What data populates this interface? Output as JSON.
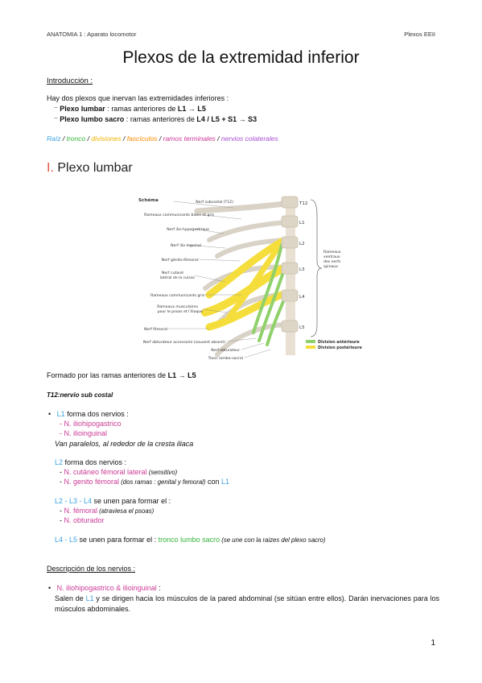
{
  "header": {
    "left": "ANATOMIA 1 : Aparato locomotor",
    "right": "Plexos EEII"
  },
  "title": "Plexos de la extremidad inferior",
  "intro": {
    "heading": "Introducción :",
    "lead": "Hay dos plexos que inervan las extremidades inferiores :",
    "items": [
      {
        "bullet": "⁻",
        "label": "Plexo lumbar",
        "text": " : ramas anteriores de ",
        "bold": "L1 → L5"
      },
      {
        "bullet": "⁻",
        "label": "Plexo lumbo sacro",
        "text": " : ramas anteriores de ",
        "bold": "L4 / L5 + S1 → S3"
      }
    ]
  },
  "legend": {
    "raiz": "Raíz",
    "tronco": "tronco",
    "divisiones": "divisiones",
    "fasciculos": "fascículos",
    "ramos": "ramos terminales",
    "nervios": "nervios colaterales",
    "sep": " / "
  },
  "section1": {
    "num": "I.",
    "title": "Plexo lumbar"
  },
  "figure": {
    "heading": "Schéma",
    "left_labels": [
      "Nerf subcostal (T12)",
      "Rameaux communicants blanc et gris",
      "Nerf ilio-hypogastrique",
      "Nerf ilio-inguinal",
      "Nerf génito-fémoral",
      "Nerf cutané",
      "latéral de la cuisse",
      "Rameaux communicants gris",
      "Rameaux musculaires",
      "pour le psoas et l'iliaque",
      "Nerf fémoral",
      "Nerf obturateur accessoire (souvent absent)",
      "Nerf obturateur",
      "Tronc lombo-sacral"
    ],
    "vertebrae": [
      "T12",
      "L1",
      "L2",
      "L3",
      "L4",
      "L5"
    ],
    "right_label": [
      "Rameaux",
      "ventraux",
      "des nerfs",
      "spinaux"
    ],
    "legend_anterior": "Division antérieure",
    "legend_posterior": "Division postérieure",
    "colors": {
      "anterior": "#8fd16a",
      "posterior": "#f5de3c",
      "nerve": "#e9e4dc",
      "vertebra": "#ddd5c5"
    }
  },
  "formado": {
    "text": "Formado por las ramas anteriores de ",
    "bold": "L1 → L5"
  },
  "t12": "T12:nervio sub costal",
  "l1": {
    "bullet": "•",
    "key": "L1",
    "rest": " forma dos nervios :",
    "items": [
      "- N. iliohipogastrico",
      "- N. ilioinguinal"
    ],
    "note": "Van paralelos, al rededor de la cresta iliaca"
  },
  "l2": {
    "key": "L2",
    "rest": " forma dos nervios :",
    "item1_dash": "- ",
    "item1": "N. cutáneo fémoral lateral",
    "item1_note": " (sensitivo)",
    "item2_dash": "- ",
    "item2": "N. genito fémoral",
    "item2_note": " (dos ramas : genital y femoral)",
    "item2_mid": " con ",
    "item2_key": "L1"
  },
  "l234": {
    "k1": "L2",
    "d1": " - ",
    "k2": "L3",
    "d2": " - ",
    "k3": "L4",
    "rest": " se unen para formar el :",
    "item1_dash": "- ",
    "item1": "N. fémoral",
    "item1_note": " (atraviesa el psoas)",
    "item2_dash": "- ",
    "item2": "N. obturador"
  },
  "l45": {
    "k1": "L4",
    "d1": " - ",
    "k2": "L5",
    "rest": " se unen para formar el : ",
    "target": "tronco lumbo sacro",
    "note": " (se une con la raizes del plexo sacro)"
  },
  "descripcion": {
    "heading": "Descripción de los nervios :",
    "bullet": "•",
    "name": "N. iliohipogastrico & ilioinguinal",
    "colon": " :",
    "text_a": "Salen de ",
    "key": "L1",
    "text_b": " y se dirigen hacia los músculos de la pared abdominal (se sitúan entre ellos). Darán inervaciones para los músculos abdominales."
  },
  "page_number": "1"
}
